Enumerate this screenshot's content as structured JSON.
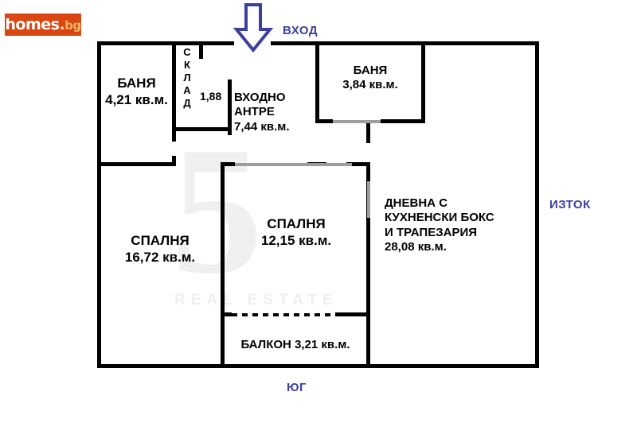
{
  "watermark": {
    "glyph": "5",
    "subtext": "REAL ESTATE"
  },
  "logo": {
    "name": "homes",
    "dot": ".",
    "tld": "bg"
  },
  "colors": {
    "wall": "#000000",
    "door": "#9d9d9d",
    "accent_blue": "#3b3fa0",
    "logo_bg": "#d94612",
    "background": "#ffffff"
  },
  "annotations": {
    "entrance": "ВХОД",
    "east": "ИЗТОК",
    "south": "ЮГ"
  },
  "icons": {
    "entrance_arrow": "arrow-down-icon"
  },
  "rooms": [
    {
      "id": "bath-left",
      "name": "БАНЯ",
      "area": "4,21 кв.м.",
      "label": "БАНЯ\n4,21 кв.м."
    },
    {
      "id": "storage",
      "name": "СКЛАД",
      "area": "1,88",
      "letters": [
        "С",
        "К",
        "Л",
        "А",
        "Д"
      ]
    },
    {
      "id": "hallway",
      "name": "ВХОДНО АНТРЕ",
      "area": "7,44 кв.м.",
      "label": "ВХОДНО\nАНТРЕ\n7,44 кв.м."
    },
    {
      "id": "bath-right",
      "name": "БАНЯ",
      "area": "3,84 кв.м.",
      "label": "БАНЯ\n3,84 кв.м."
    },
    {
      "id": "bedroom-left",
      "name": "СПАЛНЯ",
      "area": "16,72 кв.м.",
      "label": "СПАЛНЯ\n16,72 кв.м."
    },
    {
      "id": "bedroom-middle",
      "name": "СПАЛНЯ",
      "area": "12,15 кв.м.",
      "label": "СПАЛНЯ\n12,15 кв.м."
    },
    {
      "id": "living-kitchen",
      "name": "ДНЕВНА С КУХНЕНСКИ БОКС И ТРАПЕЗАРИЯ",
      "area": "28,08 кв.м.",
      "label": "ДНЕВНА С\nКУХНЕНСКИ БОКС\nИ ТРАПЕЗАРИЯ\n28,08 кв.м."
    },
    {
      "id": "balcony",
      "name": "БАЛКОН",
      "area": "3,21 кв.м.",
      "label": "БАЛКОН 3,21 кв.м."
    }
  ]
}
